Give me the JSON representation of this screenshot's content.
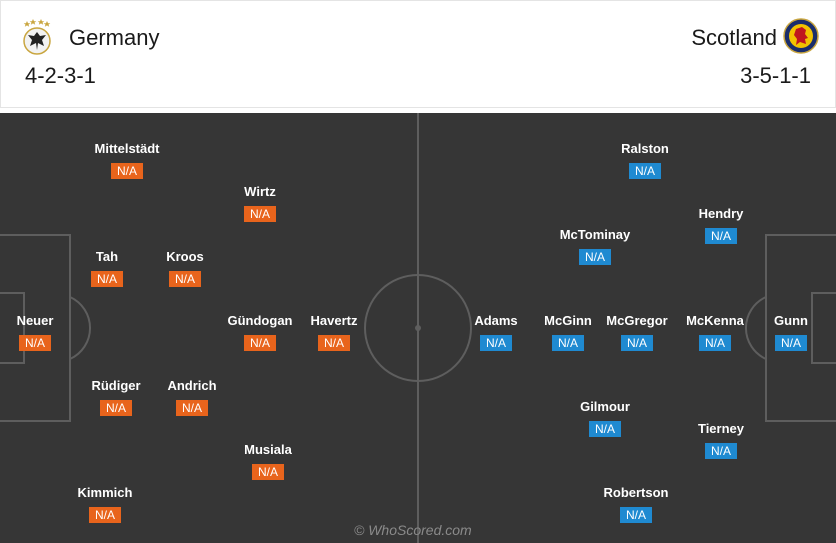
{
  "home": {
    "name": "Germany",
    "formation": "4-2-3-1",
    "crest_icon": "dfb-eagle-crest-icon",
    "color": "#e8641c",
    "players": [
      {
        "name": "Mittelstädt",
        "rating": "N/A"
      },
      {
        "name": "Wirtz",
        "rating": "N/A"
      },
      {
        "name": "Tah",
        "rating": "N/A"
      },
      {
        "name": "Kroos",
        "rating": "N/A"
      },
      {
        "name": "Neuer",
        "rating": "N/A"
      },
      {
        "name": "Gündogan",
        "rating": "N/A"
      },
      {
        "name": "Havertz",
        "rating": "N/A"
      },
      {
        "name": "Rüdiger",
        "rating": "N/A"
      },
      {
        "name": "Andrich",
        "rating": "N/A"
      },
      {
        "name": "Musiala",
        "rating": "N/A"
      },
      {
        "name": "Kimmich",
        "rating": "N/A"
      }
    ]
  },
  "away": {
    "name": "Scotland",
    "formation": "3-5-1-1",
    "crest_icon": "scotland-lion-crest-icon",
    "color": "#1f8ad1",
    "players": [
      {
        "name": "Ralston",
        "rating": "N/A"
      },
      {
        "name": "Hendry",
        "rating": "N/A"
      },
      {
        "name": "McTominay",
        "rating": "N/A"
      },
      {
        "name": "Adams",
        "rating": "N/A"
      },
      {
        "name": "McGinn",
        "rating": "N/A"
      },
      {
        "name": "McGregor",
        "rating": "N/A"
      },
      {
        "name": "McKenna",
        "rating": "N/A"
      },
      {
        "name": "Gunn",
        "rating": "N/A"
      },
      {
        "name": "Gilmour",
        "rating": "N/A"
      },
      {
        "name": "Tierney",
        "rating": "N/A"
      },
      {
        "name": "Robertson",
        "rating": "N/A"
      }
    ]
  },
  "watermark": "© WhoScored.com"
}
